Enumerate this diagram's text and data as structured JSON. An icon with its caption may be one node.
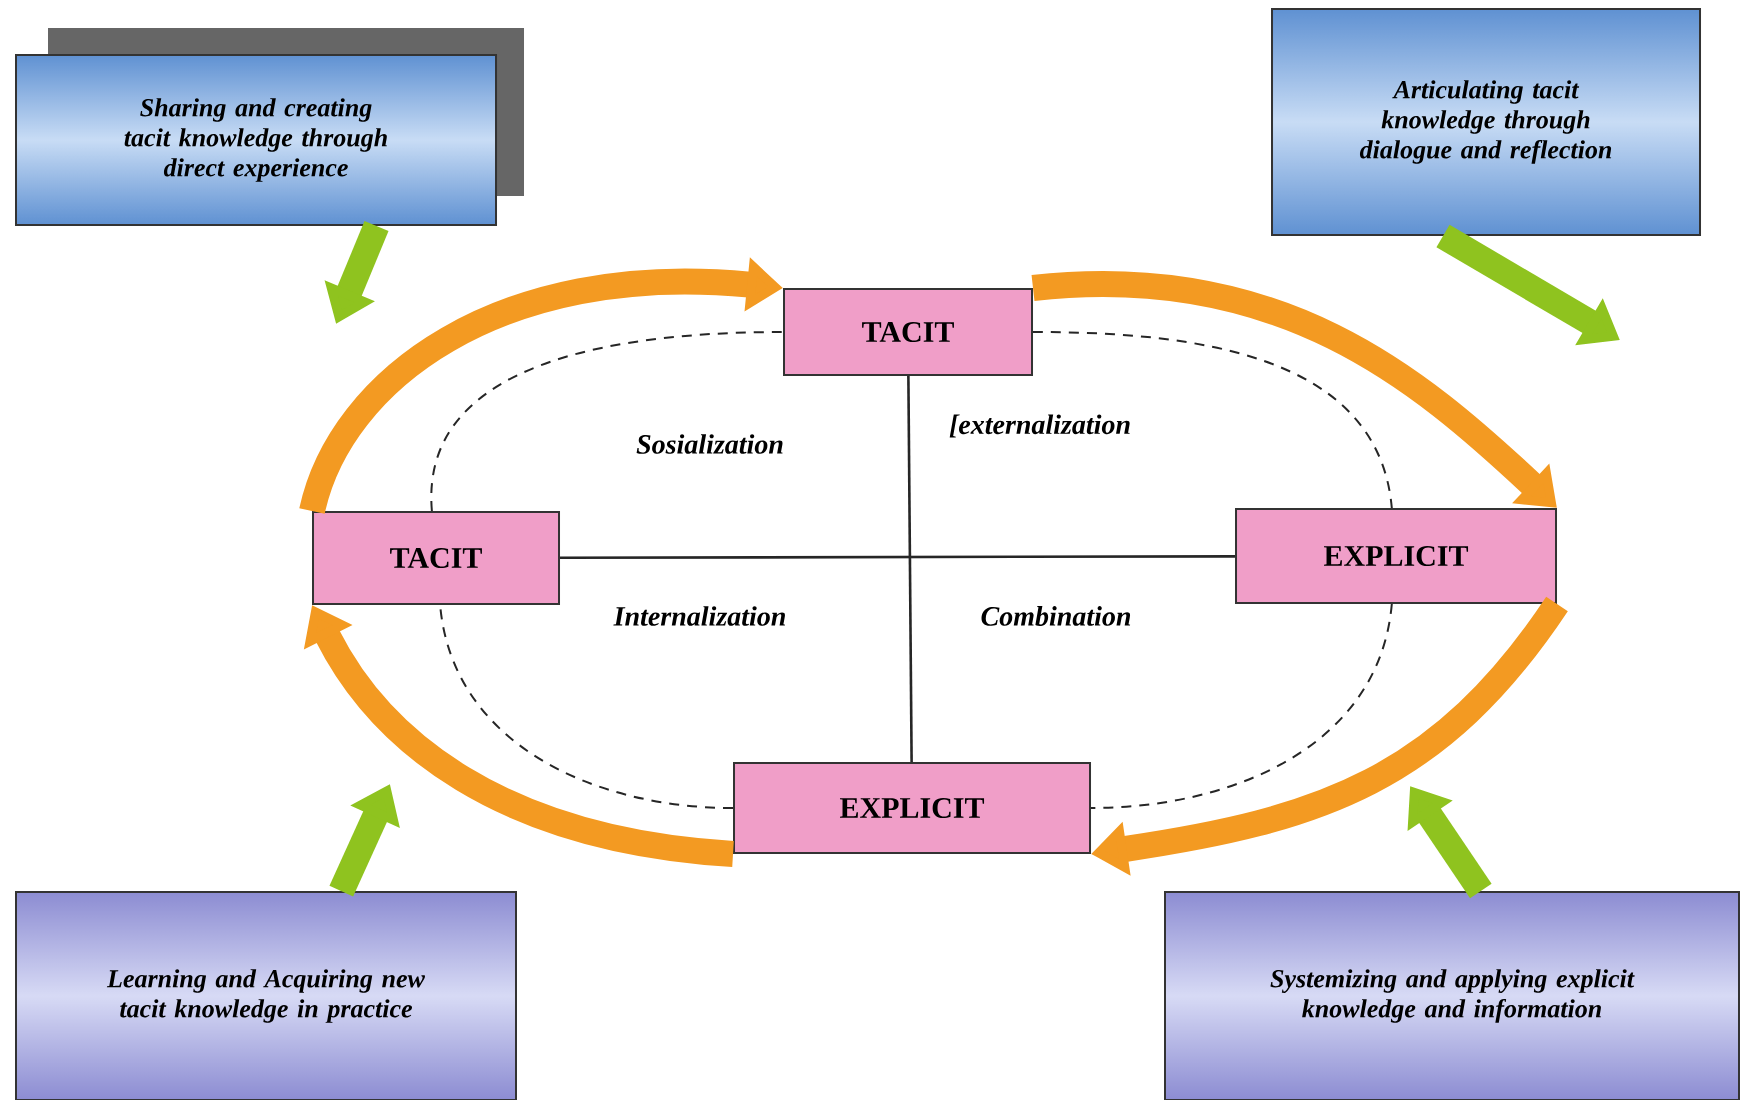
{
  "diagram": {
    "nodes": [
      {
        "text": [
          "Sharing and creating tacit knowledge through direct experience"
        ]
      },
      {
        "text": [
          "Articulating tacit knowledge through dialogue and reflection"
        ]
      },
      {
        "text": [
          "TACIT"
        ]
      },
      {
        "text": [
          "TACIT"
        ]
      },
      {
        "text": [
          "EXPLICIT"
        ]
      },
      {
        "text": [
          "EXPLICIT"
        ]
      },
      {
        "text": [
          "Learning and Acquiring new tacit knowledge in practice"
        ]
      },
      {
        "text": [
          "Systemizing and applying explicit knowledge and information"
        ]
      }
    ],
    "edges": [
      {
        "from": 2,
        "to": 5,
        "arrow": "none"
      },
      {
        "from": 3,
        "to": 4,
        "arrow": "none"
      },
      {
        "from": 3,
        "to": 2,
        "arrow": "none",
        "style": "dashed"
      },
      {
        "from": 2,
        "to": 4,
        "arrow": "none",
        "style": "dashed"
      },
      {
        "from": 4,
        "to": 5,
        "arrow": "none",
        "style": "dashed"
      },
      {
        "from": 5,
        "to": 3,
        "arrow": "none",
        "style": "dashed"
      },
      {
        "from": 3,
        "to": 2,
        "arrow": "to",
        "color": "#f39a22"
      },
      {
        "from": 2,
        "to": 4,
        "arrow": "to",
        "color": "#f39a22"
      },
      {
        "from": 4,
        "to": 5,
        "arrow": "to",
        "color": "#f39a22"
      },
      {
        "from": 5,
        "to": 3,
        "arrow": "to",
        "color": "#f39a22"
      },
      {
        "from": 0,
        "to": null,
        "arrow": "to",
        "color": "#8fc31f"
      },
      {
        "from": 1,
        "to": null,
        "arrow": "to",
        "color": "#8fc31f"
      },
      {
        "from": 6,
        "to": null,
        "arrow": "to",
        "color": "#8fc31f"
      },
      {
        "from": 7,
        "to": null,
        "arrow": "to",
        "color": "#8fc31f"
      }
    ],
    "labels": [
      "Sosialization",
      "[externalization",
      "Internalization",
      "Combination"
    ]
  }
}
